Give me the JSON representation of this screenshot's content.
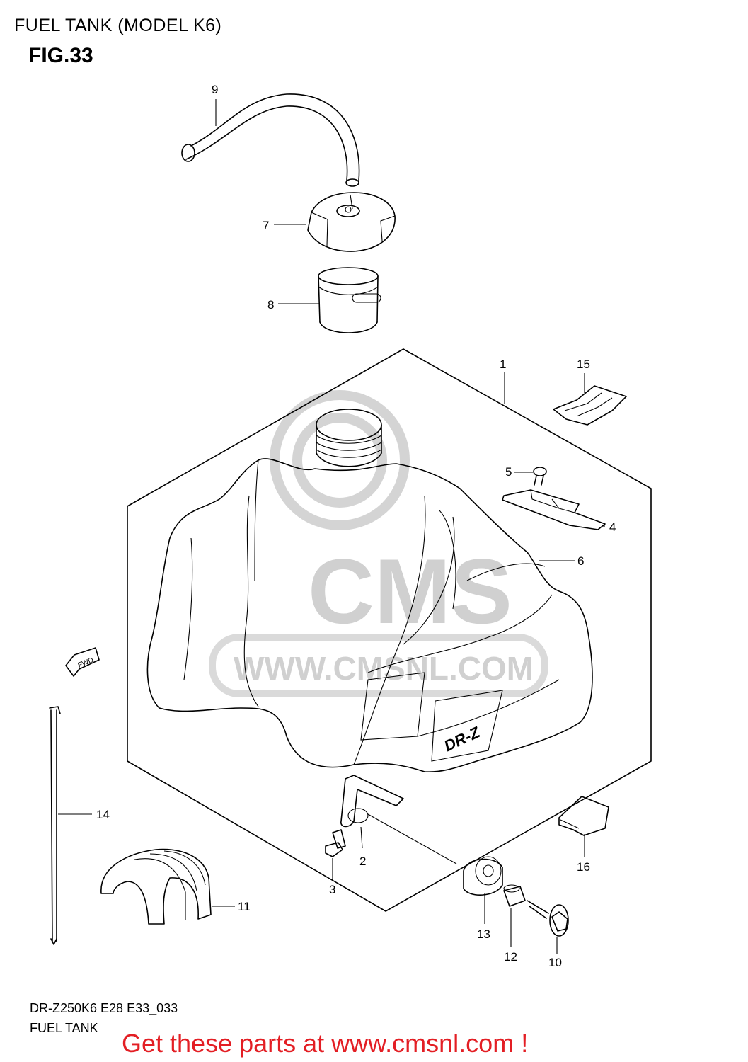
{
  "header": {
    "title": "FUEL TANK (MODEL K6)",
    "figure": "FIG.33"
  },
  "watermark": {
    "url": "WWW.CMSNL.COM",
    "logo": "CMS"
  },
  "fwd_label": "FWD",
  "tank_logo": "DR-Z",
  "callouts": [
    {
      "id": "1",
      "label": "1"
    },
    {
      "id": "2",
      "label": "2"
    },
    {
      "id": "3",
      "label": "3"
    },
    {
      "id": "4",
      "label": "4"
    },
    {
      "id": "5",
      "label": "5"
    },
    {
      "id": "6",
      "label": "6"
    },
    {
      "id": "7",
      "label": "7"
    },
    {
      "id": "8",
      "label": "8"
    },
    {
      "id": "9",
      "label": "9"
    },
    {
      "id": "10",
      "label": "10"
    },
    {
      "id": "11",
      "label": "11"
    },
    {
      "id": "12",
      "label": "12"
    },
    {
      "id": "13",
      "label": "13"
    },
    {
      "id": "14",
      "label": "14"
    },
    {
      "id": "15",
      "label": "15"
    },
    {
      "id": "16",
      "label": "16"
    }
  ],
  "footer": {
    "code": "DR-Z250K6 E28 E33_033",
    "subtitle": "FUEL TANK",
    "promo": "Get these parts at www.cmsnl.com !"
  },
  "colors": {
    "promo": "#e31e24",
    "watermark": "#d0d0d0",
    "line": "#000000"
  }
}
